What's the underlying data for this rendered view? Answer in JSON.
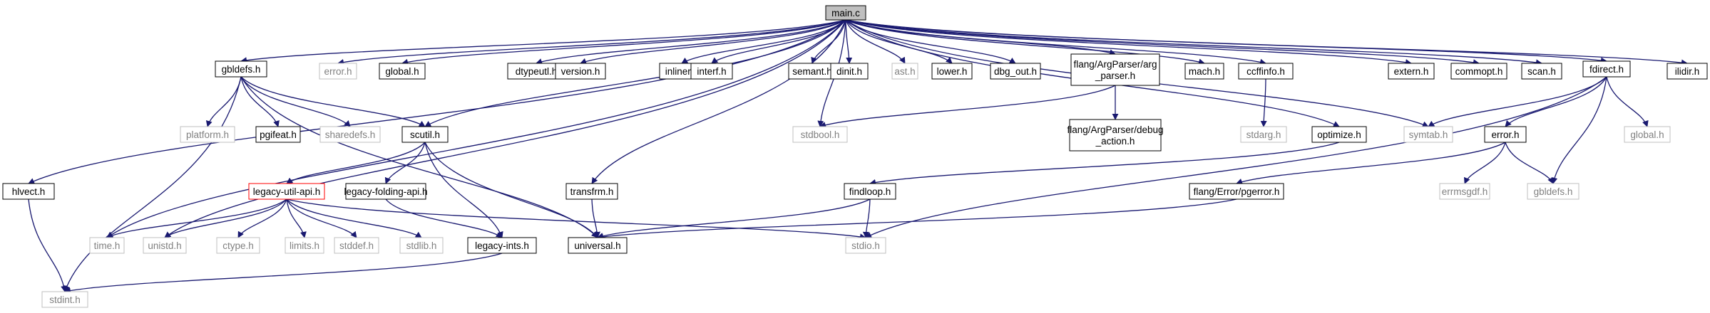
{
  "colors": {
    "edge": "#191970",
    "root_fill": "#bfbfbf",
    "missing_border": "#bfbfbf",
    "truncated_border": "#ff0000"
  },
  "nodes": {
    "main": {
      "label": "main.c"
    },
    "hlvect": {
      "label": "hlvect.h"
    },
    "gbldefs": {
      "label": "gbldefs.h"
    },
    "error_h": {
      "label": "error.h"
    },
    "global": {
      "label": "global.h"
    },
    "dtypeutl": {
      "label": "dtypeutl.h"
    },
    "version": {
      "label": "version.h"
    },
    "inliner": {
      "label": "inliner.h"
    },
    "interf": {
      "label": "interf.h"
    },
    "semant": {
      "label": "semant.h"
    },
    "dinit": {
      "label": "dinit.h"
    },
    "ast": {
      "label": "ast.h"
    },
    "lower": {
      "label": "lower.h"
    },
    "dbgout": {
      "label": "dbg_out.h"
    },
    "argparser": {
      "label": [
        "flang/ArgParser/arg",
        "_parser.h"
      ]
    },
    "mach": {
      "label": "mach.h"
    },
    "ccffinfo": {
      "label": "ccffinfo.h"
    },
    "extern": {
      "label": "extern.h"
    },
    "commopt": {
      "label": "commopt.h"
    },
    "scan": {
      "label": "scan.h"
    },
    "fdirect": {
      "label": "fdirect.h"
    },
    "ilidir": {
      "label": "ilidir.h"
    },
    "platform": {
      "label": "platform.h"
    },
    "pgifeat": {
      "label": "pgifeat.h"
    },
    "sharedefs": {
      "label": "sharedefs.h"
    },
    "scutil": {
      "label": "scutil.h"
    },
    "stdbool": {
      "label": "stdbool.h"
    },
    "debugaction": {
      "label": [
        "flang/ArgParser/debug",
        "_action.h"
      ]
    },
    "stdarg": {
      "label": "stdarg.h"
    },
    "optimize": {
      "label": "optimize.h"
    },
    "symtab": {
      "label": "symtab.h"
    },
    "error2": {
      "label": "error.h"
    },
    "global2": {
      "label": "global.h"
    },
    "legacyutil": {
      "label": "legacy-util-api.h"
    },
    "legacyfold": {
      "label": "legacy-folding-api.h"
    },
    "transfrm": {
      "label": "transfrm.h"
    },
    "findloop": {
      "label": "findloop.h"
    },
    "pgerror": {
      "label": "flang/Error/pgerror.h"
    },
    "errmsgdf": {
      "label": "errmsgdf.h"
    },
    "gbldefs2": {
      "label": "gbldefs.h"
    },
    "time": {
      "label": "time.h"
    },
    "unistd": {
      "label": "unistd.h"
    },
    "ctype": {
      "label": "ctype.h"
    },
    "limits": {
      "label": "limits.h"
    },
    "stddef": {
      "label": "stddef.h"
    },
    "stdlib": {
      "label": "stdlib.h"
    },
    "legacyints": {
      "label": "legacy-ints.h"
    },
    "universal": {
      "label": "universal.h"
    },
    "stdio": {
      "label": "stdio.h"
    },
    "stdint": {
      "label": "stdint.h"
    }
  }
}
